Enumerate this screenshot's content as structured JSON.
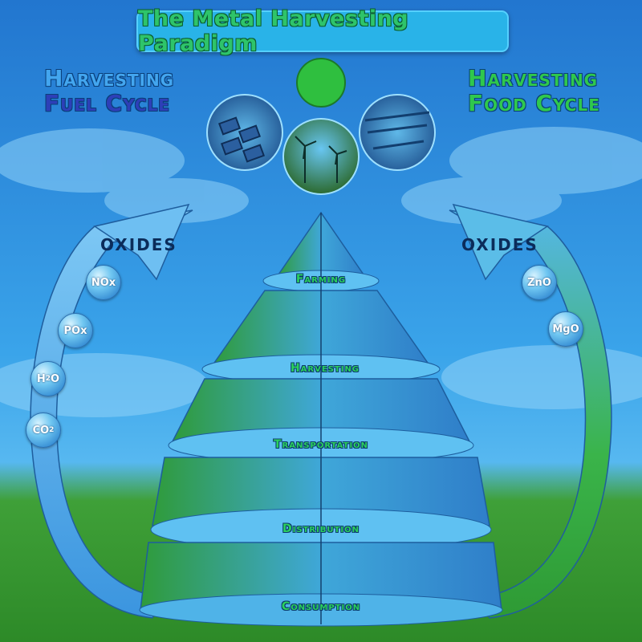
{
  "title": "The Metal Harvesting Paradigm",
  "fuel_cycle": {
    "line1": "Harvesting",
    "line2": "Fuel Cycle"
  },
  "food_cycle": {
    "line1": "Harvesting",
    "line2": "Food Cycle"
  },
  "oxides": {
    "left": "OXIDES",
    "right": "OXIDES"
  },
  "left_oxides": [
    {
      "base": "NOx",
      "sub": ""
    },
    {
      "base": "POx",
      "sub": ""
    },
    {
      "base": "H",
      "sub": "2",
      "tail": "O"
    },
    {
      "base": "CO",
      "sub": "2",
      "tail": ""
    }
  ],
  "right_oxides": [
    {
      "base": "ZnO"
    },
    {
      "base": "MgO"
    }
  ],
  "tiers": [
    "Farming",
    "Harvesting",
    "Transportation",
    "Distribution",
    "Consumption"
  ],
  "icons": [
    "solar-panel-photo-icon",
    "wind-turbine-photo-icon",
    "hydro-dam-photo-icon",
    "top-green-circle-icon"
  ],
  "colors": {
    "sky": "#2a86d6",
    "grass": "#2f8a2a",
    "arc_left": "#4aa8e8",
    "arc_right": "#3bb84a",
    "title_text": "#2ec46a",
    "fuel_label": "#43a6ef",
    "food_label": "#2fc84d"
  }
}
